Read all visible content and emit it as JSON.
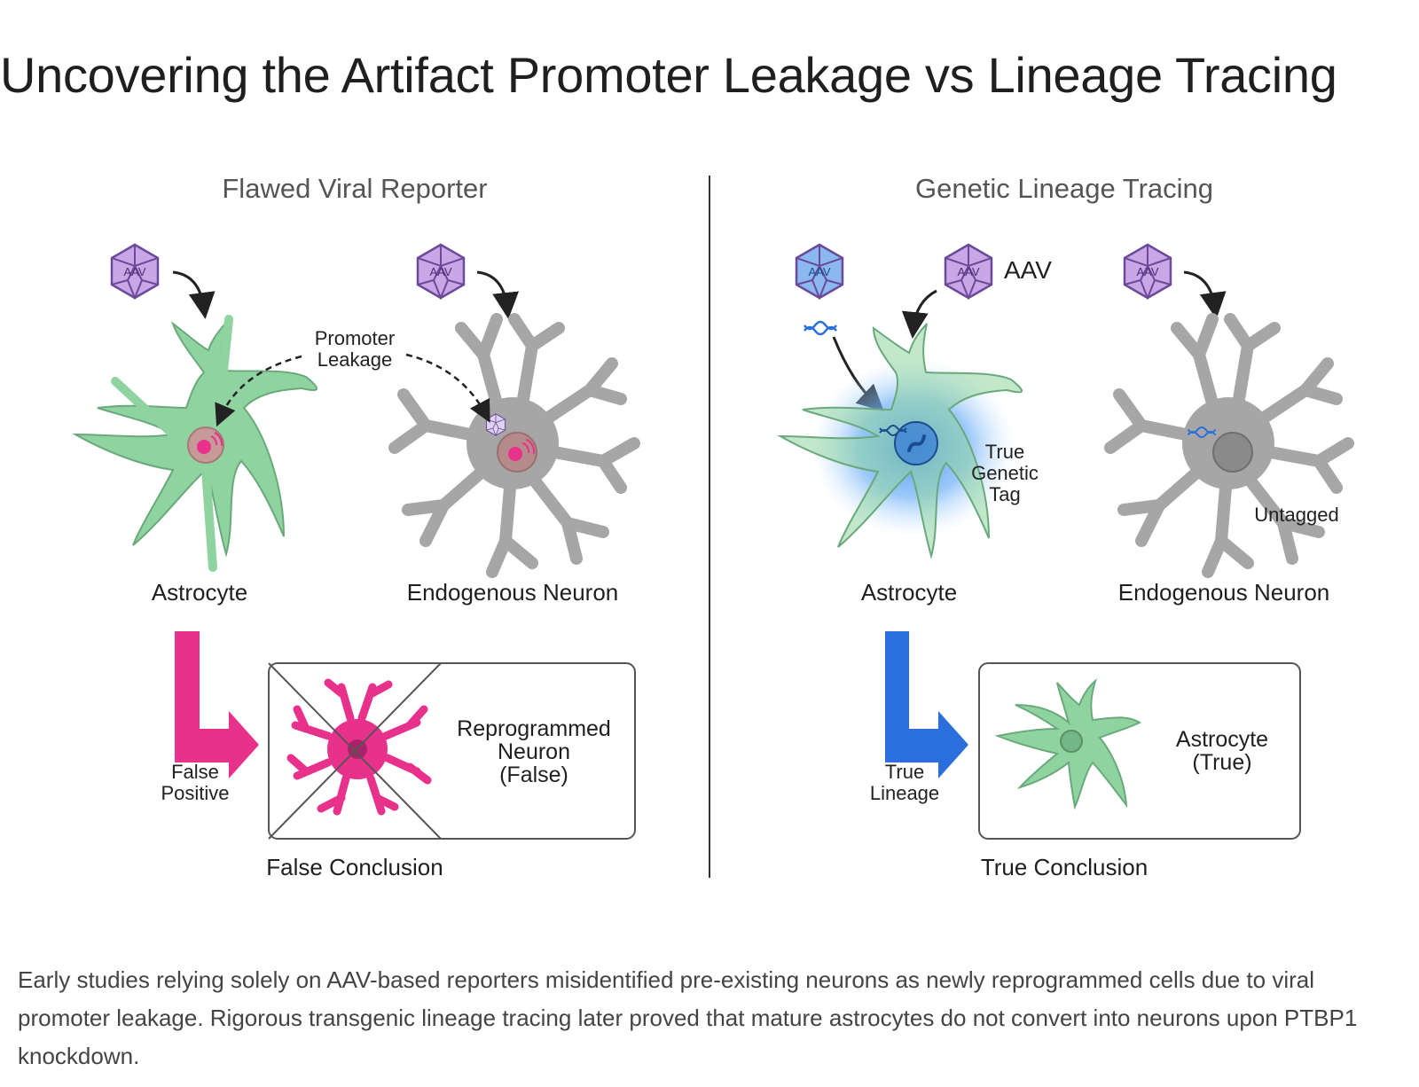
{
  "title": "Uncovering the Artifact Promoter Leakage vs Lineage Tracing",
  "left_panel": {
    "heading": "Flawed Viral Reporter",
    "virus_label": "AAV",
    "leakage_label_line1": "Promoter",
    "leakage_label_line2": "Leakage",
    "astrocyte_label": "Astrocyte",
    "neuron_label": "Endogenous Neuron",
    "arrow_label_line1": "False",
    "arrow_label_line2": "Positive",
    "result_line1": "Reprogrammed",
    "result_line2": "Neuron",
    "result_line3": "(False)",
    "conclusion": "False Conclusion"
  },
  "right_panel": {
    "heading": "Genetic Lineage Tracing",
    "virus_label": "AAV",
    "aav_callout": "AAV",
    "tag_line1": "True",
    "tag_line2": "Genetic",
    "tag_line3": "Tag",
    "untagged_label": "Untagged",
    "astrocyte_label": "Astrocyte",
    "neuron_label": "Endogenous Neuron",
    "arrow_label_line1": "True",
    "arrow_label_line2": "Lineage",
    "result_line1": "Astrocyte",
    "result_line2": "(True)",
    "conclusion": "True Conclusion"
  },
  "caption": "Early studies relying solely on AAV-based reporters misidentified pre-existing neurons as newly reprogrammed cells due to viral promoter leakage. Rigorous transgenic lineage tracing later proved that mature astrocytes do not convert into neurons upon PTBP1 knockdown.",
  "colors": {
    "astrocyte": "#8fd3a0",
    "neuron": "#a6a6a6",
    "virus": "#c9a7e6",
    "virus_blue": "#8ab8ef",
    "false_magenta": "#e8318a",
    "true_blue": "#2a6fdb"
  },
  "icons": [
    "aav-virus-icon",
    "dna-icon",
    "signal-icon"
  ]
}
